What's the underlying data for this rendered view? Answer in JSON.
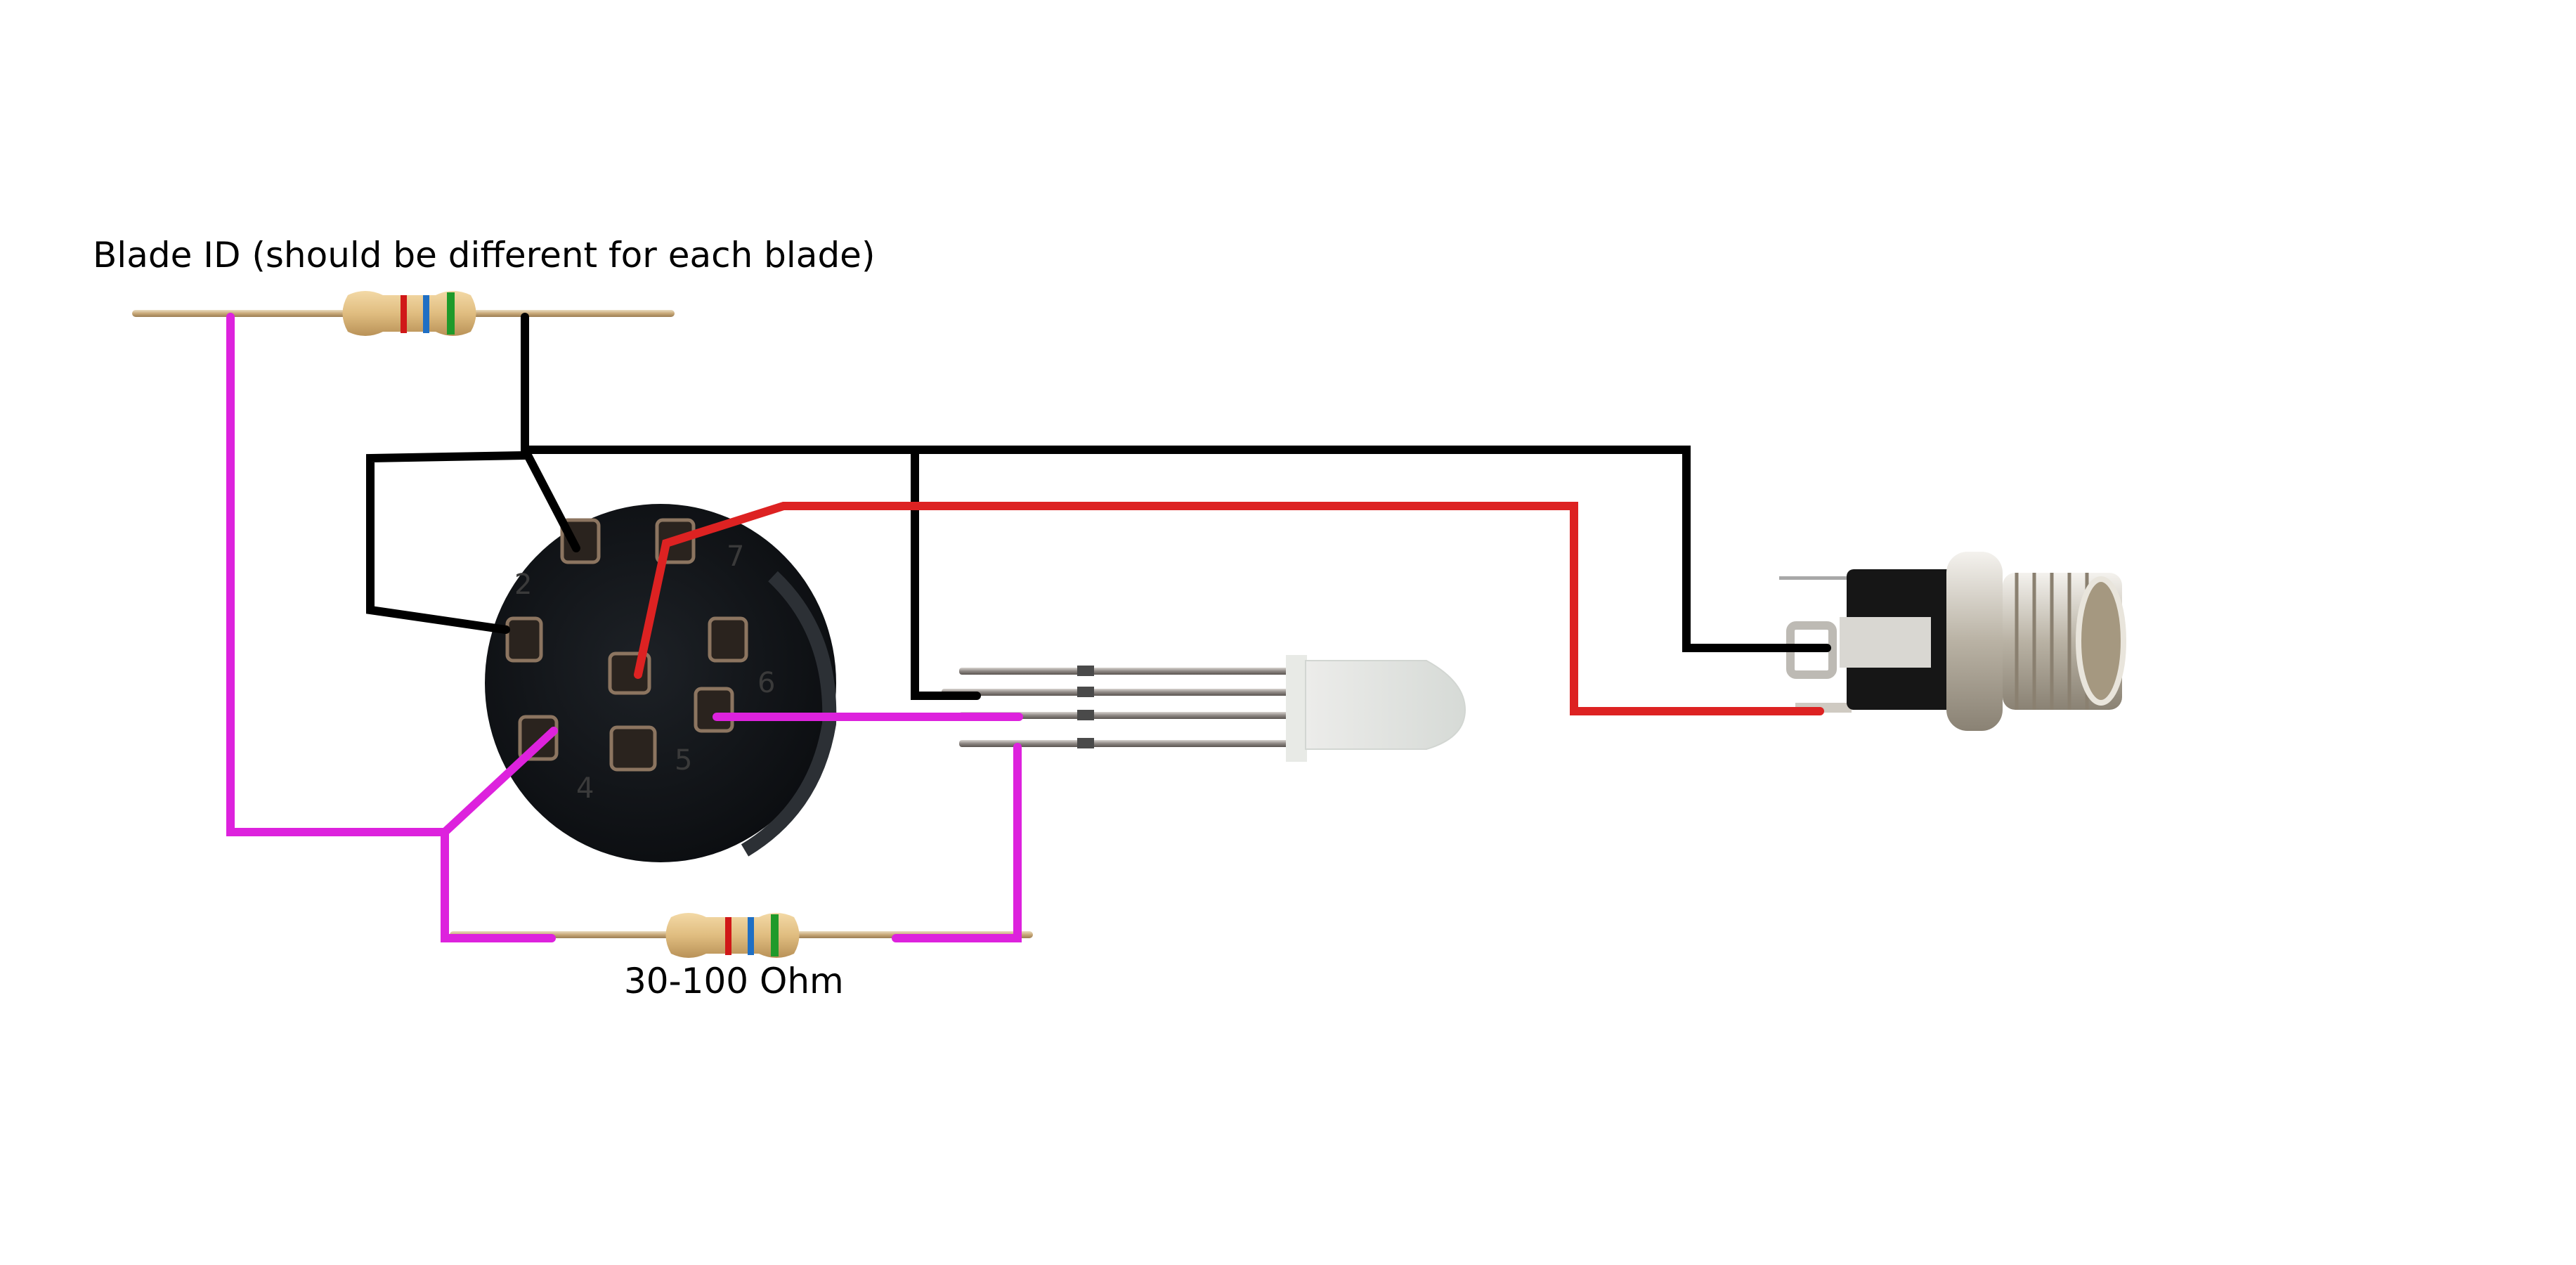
{
  "labels": {
    "blade_id": "Blade ID (should be different for each blade)",
    "led_resistor": "30-100 Ohm"
  },
  "connector": {
    "pin_numbers": [
      "2",
      "7",
      "6",
      "4",
      "5"
    ]
  },
  "colors": {
    "wire_black": "#000000",
    "wire_red": "#dd2222",
    "wire_magenta": "#dd22dd",
    "resistor_body": "#e0c08a",
    "band_1": "#d01818",
    "band_2": "#1f6fc4",
    "band_3": "#1f9a2a"
  },
  "components": [
    "blade-id-resistor",
    "connector",
    "rgb-led",
    "dc-jack",
    "led-resistor"
  ]
}
